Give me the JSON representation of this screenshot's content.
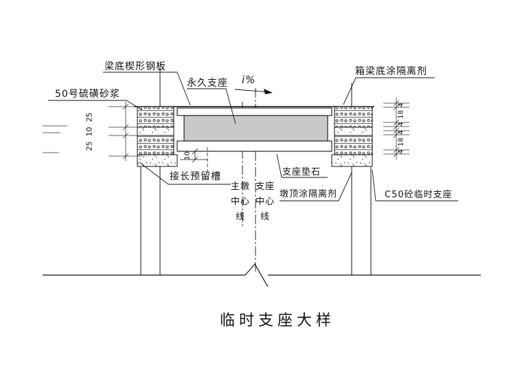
{
  "title": "临时支座大样",
  "callouts": {
    "wedge_plate": "梁底楔形钢板",
    "permanent_bearing": "永久支座",
    "slope": "i%",
    "girder_isolation": "箱梁底涂隔离剂",
    "sulfur_mortar": "50号硫磺砂浆",
    "reserved_groove": "接长预留槽",
    "bearing_pad_stone": "支座垫石",
    "pier_top_isolation": "墩顶涂隔离剂",
    "temporary_bearing": "C50砼临时支座"
  },
  "centerlines": {
    "pier": [
      "主墩",
      "中心",
      "线"
    ],
    "bearing": [
      "支座",
      "中心",
      "线"
    ]
  },
  "dimensions": {
    "left_chain": [
      "25",
      "10",
      "25"
    ],
    "pad_step": "10",
    "right_chain": [
      "4",
      "18",
      "4",
      "4",
      "18",
      "4"
    ]
  },
  "colors": {
    "line": "#111111",
    "bearing_fill": "#c9c9c9"
  }
}
